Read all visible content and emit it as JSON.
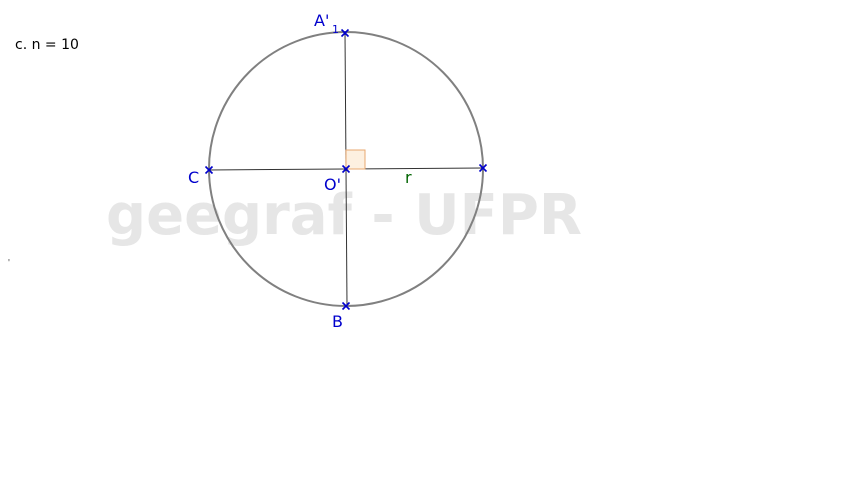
{
  "caption": "c. n = 10",
  "stray_mark": "'",
  "watermark": "geegraf - UFPR",
  "points": {
    "top": {
      "name": "A'",
      "subscript": "1"
    },
    "left": {
      "name": "C"
    },
    "center": {
      "name": "O'"
    },
    "bottom": {
      "name": "B"
    }
  },
  "radius_label": "r",
  "colors": {
    "circle": "#808080",
    "lines": "#333333",
    "points": "#0000cc",
    "radius_label": "#006400",
    "right_angle_fill": "#fdf0e0",
    "right_angle_stroke": "#e8a870",
    "watermark": "#e6e6e6"
  }
}
